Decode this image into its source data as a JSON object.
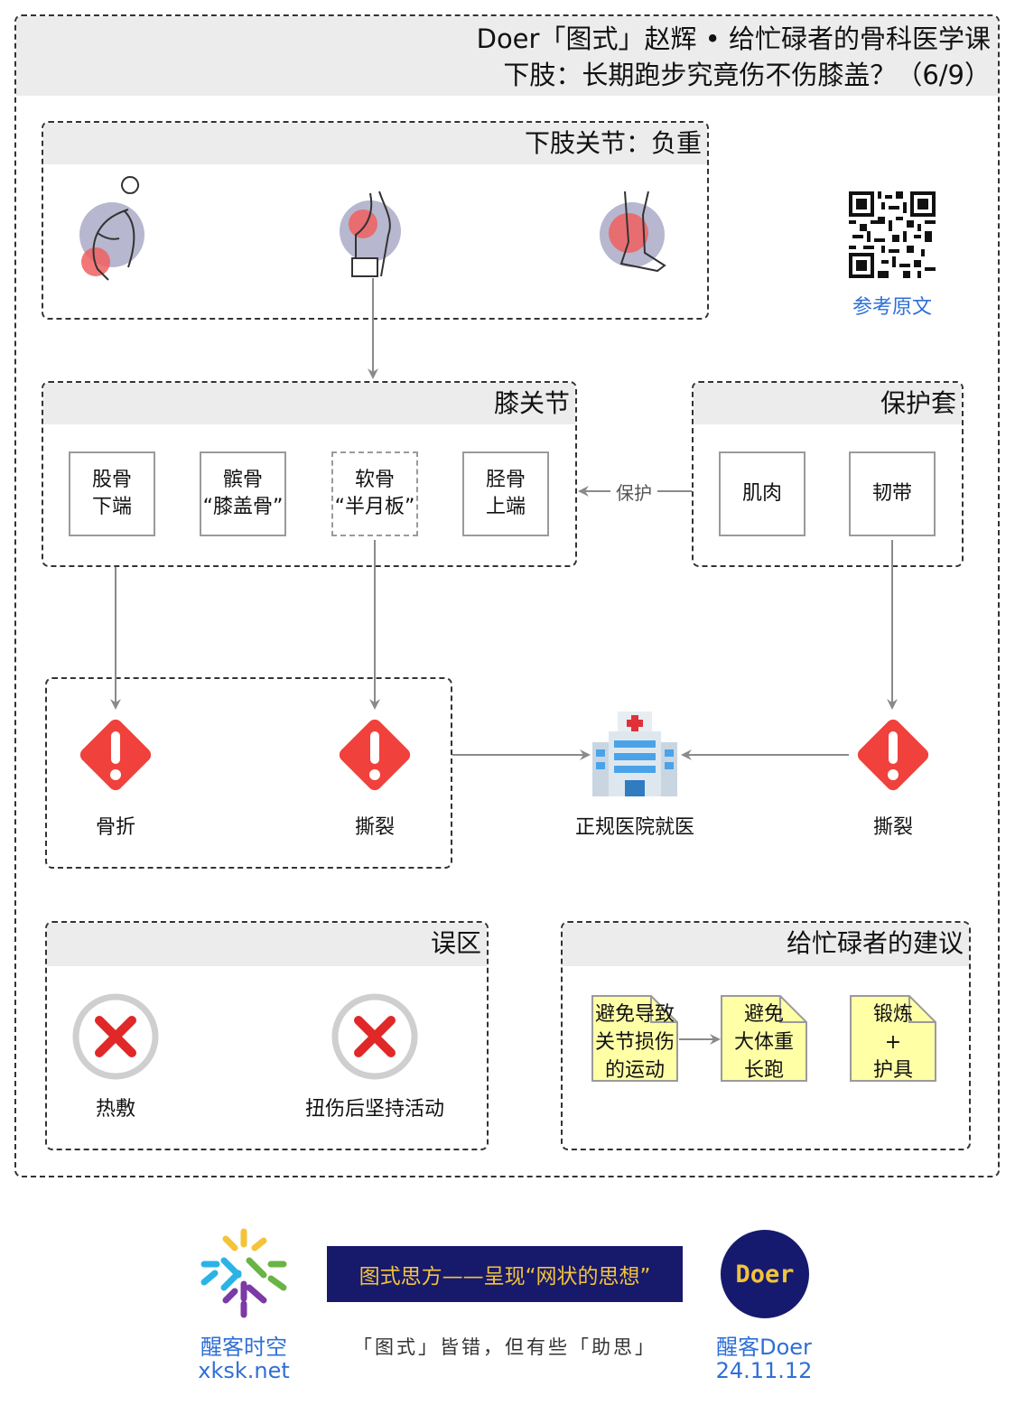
{
  "header": {
    "title_line1": "Doer「图式」赵辉 • 给忙碌者的骨科医学课",
    "title_line2": "下肢：长期跑步究竟伤不伤膝盖？（6/9）"
  },
  "section_weight": {
    "title": "下肢关节：负重"
  },
  "qr": {
    "link_label": "参考原文"
  },
  "section_knee": {
    "title": "膝关节",
    "parts": [
      {
        "line1": "股骨",
        "line2": "下端"
      },
      {
        "line1": "髌骨",
        "line2": "“膝盖骨”"
      },
      {
        "line1": "软骨",
        "line2": "“半月板”"
      },
      {
        "line1": "胫骨",
        "line2": "上端"
      }
    ]
  },
  "section_protect": {
    "title": "保护套",
    "parts": [
      "肌肉",
      "韧带"
    ],
    "arrow_label": "保护"
  },
  "injuries": {
    "fracture": "骨折",
    "tear_cartilage": "撕裂",
    "tear_ligament": "撕裂",
    "hospital": "正规医院就医"
  },
  "section_mistakes": {
    "title": "误区",
    "items": [
      "热敷",
      "扭伤后坚持活动"
    ]
  },
  "section_advice": {
    "title": "给忙碌者的建议",
    "notes": [
      [
        "避免导致",
        "关节损伤",
        "的运动"
      ],
      [
        "避免",
        "大体重",
        "长跑"
      ],
      [
        "锻炼",
        "+",
        "护具"
      ]
    ]
  },
  "footer": {
    "brand_cn": "醒客时空",
    "brand_url": "xksk.net",
    "banner": "图式思方——呈现“网状的思想”",
    "motto": "「图式」皆错，但有些「助思」",
    "doer_logo": "Doer",
    "doer_name": "醒客Doer",
    "date": "24.11.12"
  },
  "colors": {
    "accent_blue": "#2f6fd6",
    "warning_red": "#f0413c",
    "note_yellow": "#ffffa6",
    "banner_navy": "#17196b",
    "banner_text": "#f3c33a",
    "doer_navy": "#161a6e"
  }
}
